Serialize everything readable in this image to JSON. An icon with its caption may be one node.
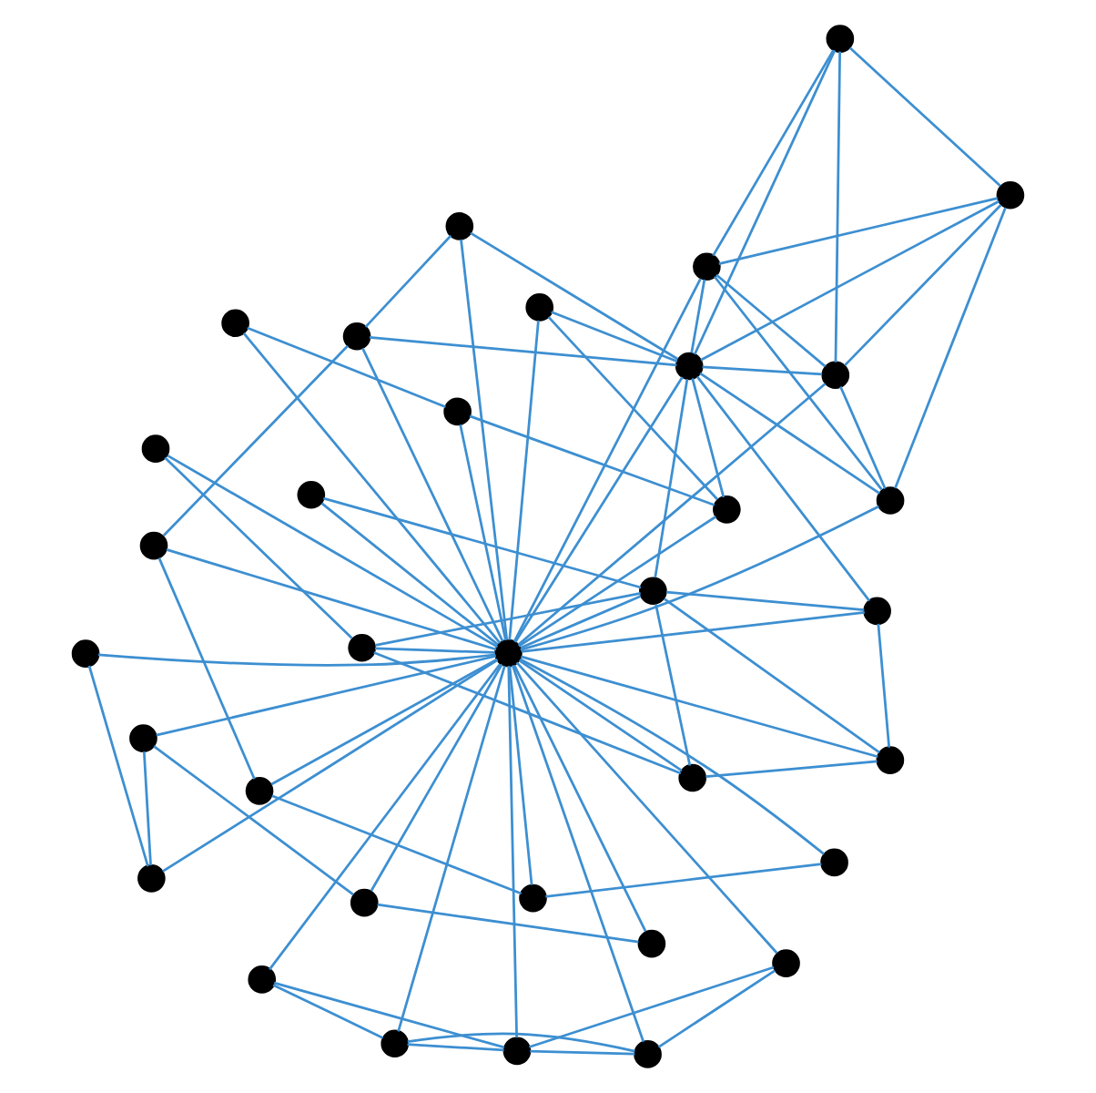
{
  "diagram": {
    "nodes": [
      {
        "text": [],
        "shape": "circle"
      },
      {
        "text": [],
        "shape": "circle"
      },
      {
        "text": [],
        "shape": "circle"
      },
      {
        "text": [],
        "shape": "circle"
      },
      {
        "text": [],
        "shape": "circle"
      },
      {
        "text": [],
        "shape": "circle"
      },
      {
        "text": [],
        "shape": "circle"
      },
      {
        "text": [],
        "shape": "circle"
      },
      {
        "text": [],
        "shape": "circle"
      },
      {
        "text": [],
        "shape": "circle"
      },
      {
        "text": [],
        "shape": "circle"
      },
      {
        "text": [],
        "shape": "circle"
      },
      {
        "text": [],
        "shape": "circle"
      },
      {
        "text": [],
        "shape": "circle"
      },
      {
        "text": [],
        "shape": "circle"
      },
      {
        "text": [],
        "shape": "circle"
      },
      {
        "text": [],
        "shape": "circle"
      },
      {
        "text": [],
        "shape": "circle"
      },
      {
        "text": [],
        "shape": "circle"
      },
      {
        "text": [],
        "shape": "circle"
      },
      {
        "text": [],
        "shape": "circle"
      },
      {
        "text": [],
        "shape": "circle"
      },
      {
        "text": [],
        "shape": "circle"
      },
      {
        "text": [],
        "shape": "circle"
      },
      {
        "text": [],
        "shape": "circle"
      },
      {
        "text": [],
        "shape": "circle"
      },
      {
        "text": [],
        "shape": "circle"
      },
      {
        "text": [],
        "shape": "circle"
      },
      {
        "text": [],
        "shape": "circle"
      },
      {
        "text": [],
        "shape": "circle"
      },
      {
        "text": [],
        "shape": "circle"
      },
      {
        "text": [],
        "shape": "circle"
      },
      {
        "text": [],
        "shape": "circle"
      },
      {
        "text": [],
        "shape": "circle"
      }
    ],
    "edges": [
      {
        "from": 0,
        "to": 1,
        "arrow": "none"
      },
      {
        "from": 1,
        "to": 2,
        "arrow": "none"
      },
      {
        "from": 2,
        "to": 3,
        "arrow": "none"
      },
      {
        "from": 3,
        "to": 4,
        "arrow": "none"
      },
      {
        "from": 0,
        "to": 21,
        "arrow": "none"
      },
      {
        "from": 1,
        "to": 21,
        "arrow": "none"
      },
      {
        "from": 2,
        "to": 21,
        "arrow": "none"
      },
      {
        "from": 3,
        "to": 21,
        "arrow": "none"
      },
      {
        "from": 4,
        "to": 21,
        "arrow": "none"
      },
      {
        "from": 5,
        "to": 6,
        "arrow": "none"
      },
      {
        "from": 5,
        "to": 7,
        "arrow": "none"
      },
      {
        "from": 6,
        "to": 7,
        "arrow": "none"
      },
      {
        "from": 6,
        "to": 8,
        "arrow": "none"
      },
      {
        "from": 6,
        "to": 9,
        "arrow": "none"
      },
      {
        "from": 7,
        "to": 8,
        "arrow": "none"
      },
      {
        "from": 8,
        "to": 9,
        "arrow": "none"
      },
      {
        "from": 5,
        "to": 21,
        "arrow": "none"
      },
      {
        "from": 6,
        "to": 21,
        "arrow": "none"
      },
      {
        "from": 7,
        "to": 21,
        "arrow": "none"
      },
      {
        "from": 8,
        "to": 21,
        "arrow": "none"
      },
      {
        "from": 9,
        "to": 21,
        "arrow": "none"
      },
      {
        "from": 10,
        "to": 11,
        "arrow": "none"
      },
      {
        "from": 10,
        "to": 12,
        "arrow": "none"
      },
      {
        "from": 11,
        "to": 12,
        "arrow": "none"
      },
      {
        "from": 10,
        "to": 13,
        "arrow": "none"
      },
      {
        "from": 10,
        "to": 14,
        "arrow": "none"
      },
      {
        "from": 10,
        "to": 21,
        "arrow": "none"
      },
      {
        "from": 11,
        "to": 13,
        "arrow": "none"
      },
      {
        "from": 11,
        "to": 14,
        "arrow": "none"
      },
      {
        "from": 11,
        "to": 21,
        "arrow": "none"
      },
      {
        "from": 12,
        "to": 13,
        "arrow": "none"
      },
      {
        "from": 12,
        "to": 21,
        "arrow": "none"
      },
      {
        "from": 13,
        "to": 14,
        "arrow": "none"
      },
      {
        "from": 10,
        "to": 28,
        "arrow": "none"
      },
      {
        "from": 11,
        "to": 28,
        "arrow": "none"
      },
      {
        "from": 12,
        "to": 28,
        "arrow": "none"
      },
      {
        "from": 13,
        "to": 28,
        "arrow": "none"
      },
      {
        "from": 14,
        "to": 28,
        "arrow": "none"
      },
      {
        "from": 15,
        "to": 16,
        "arrow": "none"
      },
      {
        "from": 16,
        "to": 17,
        "arrow": "none"
      },
      {
        "from": 17,
        "to": 18,
        "arrow": "none"
      },
      {
        "from": 18,
        "to": 19,
        "arrow": "none"
      },
      {
        "from": 19,
        "to": 28,
        "arrow": "none"
      },
      {
        "from": 15,
        "to": 21,
        "arrow": "none"
      },
      {
        "from": 16,
        "to": 21,
        "arrow": "none"
      },
      {
        "from": 17,
        "to": 21,
        "arrow": "none"
      },
      {
        "from": 18,
        "to": 21,
        "arrow": "none"
      },
      {
        "from": 19,
        "to": 21,
        "arrow": "none"
      },
      {
        "from": 19,
        "to": 20,
        "arrow": "none"
      },
      {
        "from": 20,
        "to": 21,
        "arrow": "none"
      },
      {
        "from": 20,
        "to": 28,
        "arrow": "none"
      },
      {
        "from": 21,
        "to": 28,
        "arrow": "none"
      },
      {
        "from": 21,
        "to": 22,
        "arrow": "none"
      },
      {
        "from": 22,
        "to": 23,
        "arrow": "none"
      },
      {
        "from": 21,
        "to": 23,
        "arrow": "none"
      },
      {
        "from": 21,
        "to": 27,
        "arrow": "none"
      },
      {
        "from": 21,
        "to": 24,
        "arrow": "none"
      },
      {
        "from": 24,
        "to": 25,
        "arrow": "none"
      },
      {
        "from": 24,
        "to": 28,
        "arrow": "none"
      },
      {
        "from": 25,
        "to": 23,
        "arrow": "none"
      },
      {
        "from": 25,
        "to": 28,
        "arrow": "none"
      },
      {
        "from": 26,
        "to": 27,
        "arrow": "none"
      },
      {
        "from": 26,
        "to": 28,
        "arrow": "none"
      },
      {
        "from": 21,
        "to": 25,
        "arrow": "none"
      },
      {
        "from": 21,
        "to": 26,
        "arrow": "none"
      },
      {
        "from": 21,
        "to": 29,
        "arrow": "none"
      },
      {
        "from": 21,
        "to": 30,
        "arrow": "none"
      },
      {
        "from": 21,
        "to": 31,
        "arrow": "none"
      },
      {
        "from": 21,
        "to": 32,
        "arrow": "none"
      },
      {
        "from": 21,
        "to": 33,
        "arrow": "none"
      },
      {
        "from": 28,
        "to": 29,
        "arrow": "none"
      },
      {
        "from": 29,
        "to": 30,
        "arrow": "none"
      },
      {
        "from": 30,
        "to": 31,
        "arrow": "none"
      },
      {
        "from": 31,
        "to": 32,
        "arrow": "none"
      },
      {
        "from": 32,
        "to": 33,
        "arrow": "none"
      },
      {
        "from": 26,
        "to": 29,
        "arrow": "none"
      },
      {
        "from": 26,
        "to": 30,
        "arrow": "none"
      },
      {
        "from": 26,
        "to": 31,
        "arrow": "none"
      },
      {
        "from": 26,
        "to": 32,
        "arrow": "none"
      }
    ]
  }
}
